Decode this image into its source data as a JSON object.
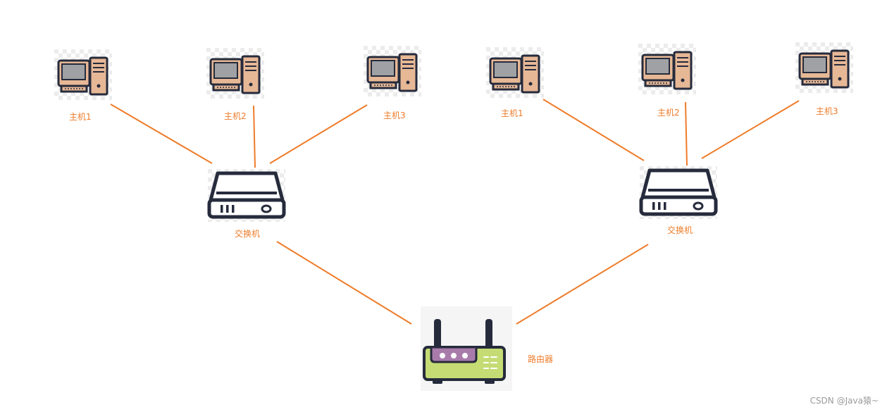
{
  "colors": {
    "link": "#ee7c2a",
    "label": "#ee7c2a",
    "device_outline": "#262b3c",
    "pc_body": "#e7b896",
    "pc_screen": "#9fa1a4",
    "router_body": "#c5dc74",
    "router_panel": "#a87bab",
    "tile_bg": "#ececec"
  },
  "groups": [
    {
      "hosts": [
        {
          "label": "主机1",
          "icon": "desktop-computer-icon"
        },
        {
          "label": "主机2",
          "icon": "desktop-computer-icon"
        },
        {
          "label": "主机3",
          "icon": "desktop-computer-icon"
        }
      ],
      "switch": {
        "label": "交换机",
        "icon": "network-switch-icon"
      }
    },
    {
      "hosts": [
        {
          "label": "主机1",
          "icon": "desktop-computer-icon"
        },
        {
          "label": "主机2",
          "icon": "desktop-computer-icon"
        },
        {
          "label": "主机3",
          "icon": "desktop-computer-icon"
        }
      ],
      "switch": {
        "label": "交换机",
        "icon": "network-switch-icon"
      }
    }
  ],
  "router": {
    "label": "路由器",
    "icon": "wifi-router-icon"
  },
  "watermark": "CSDN @Java猿~"
}
